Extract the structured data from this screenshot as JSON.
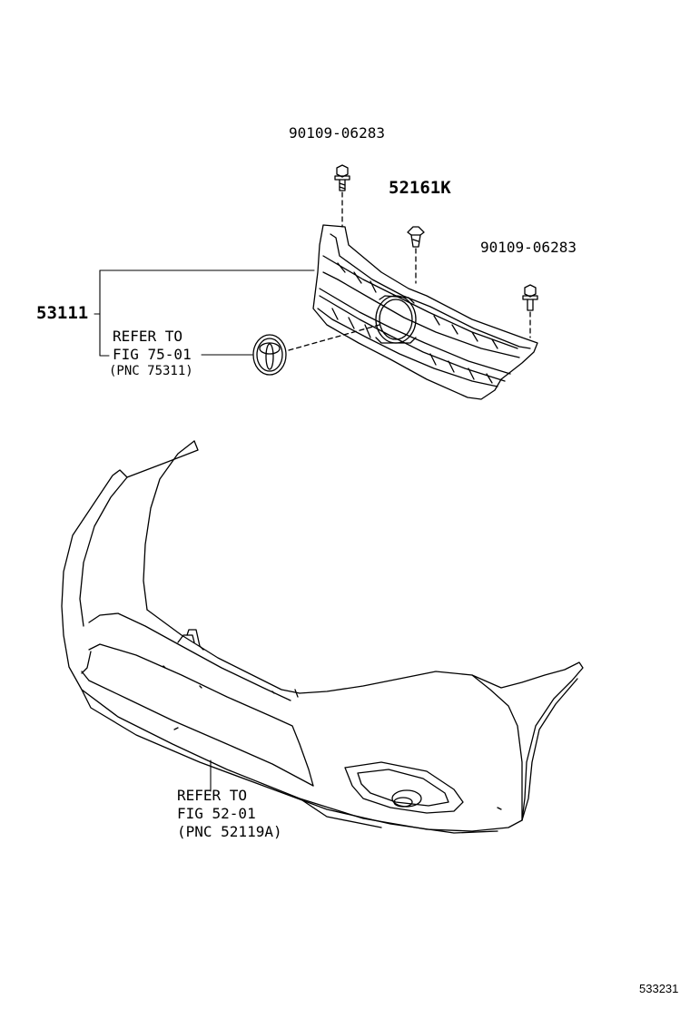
{
  "labels": {
    "bolt_left": "90109-06283",
    "clip": "52161K",
    "bolt_right": "90109-06283",
    "grille": "53111",
    "emblem_refer_1": "REFER TO",
    "emblem_refer_2": "FIG 75-01",
    "emblem_refer_3": "(PNC 75311)",
    "bumper_refer_1": "REFER TO",
    "bumper_refer_2": "FIG 52-01",
    "bumper_refer_3": "(PNC 52119A)",
    "figure_number": "533231"
  }
}
